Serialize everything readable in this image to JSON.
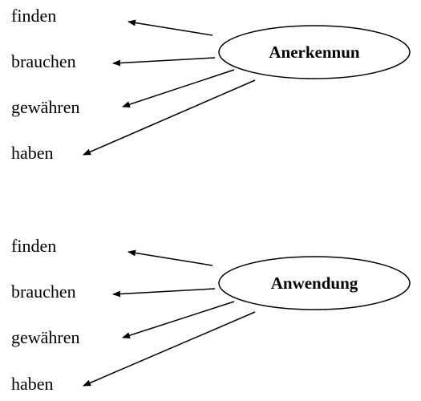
{
  "diagrams": [
    {
      "noun": "Anerkennun",
      "verbs": [
        "finden",
        "brauchen",
        "gewähren",
        "haben"
      ]
    },
    {
      "noun": "Anwendung",
      "verbs": [
        "finden",
        "brauchen",
        "gewähren",
        "haben"
      ]
    }
  ],
  "colors": {
    "ink": "#000000",
    "background": "#ffffff"
  }
}
